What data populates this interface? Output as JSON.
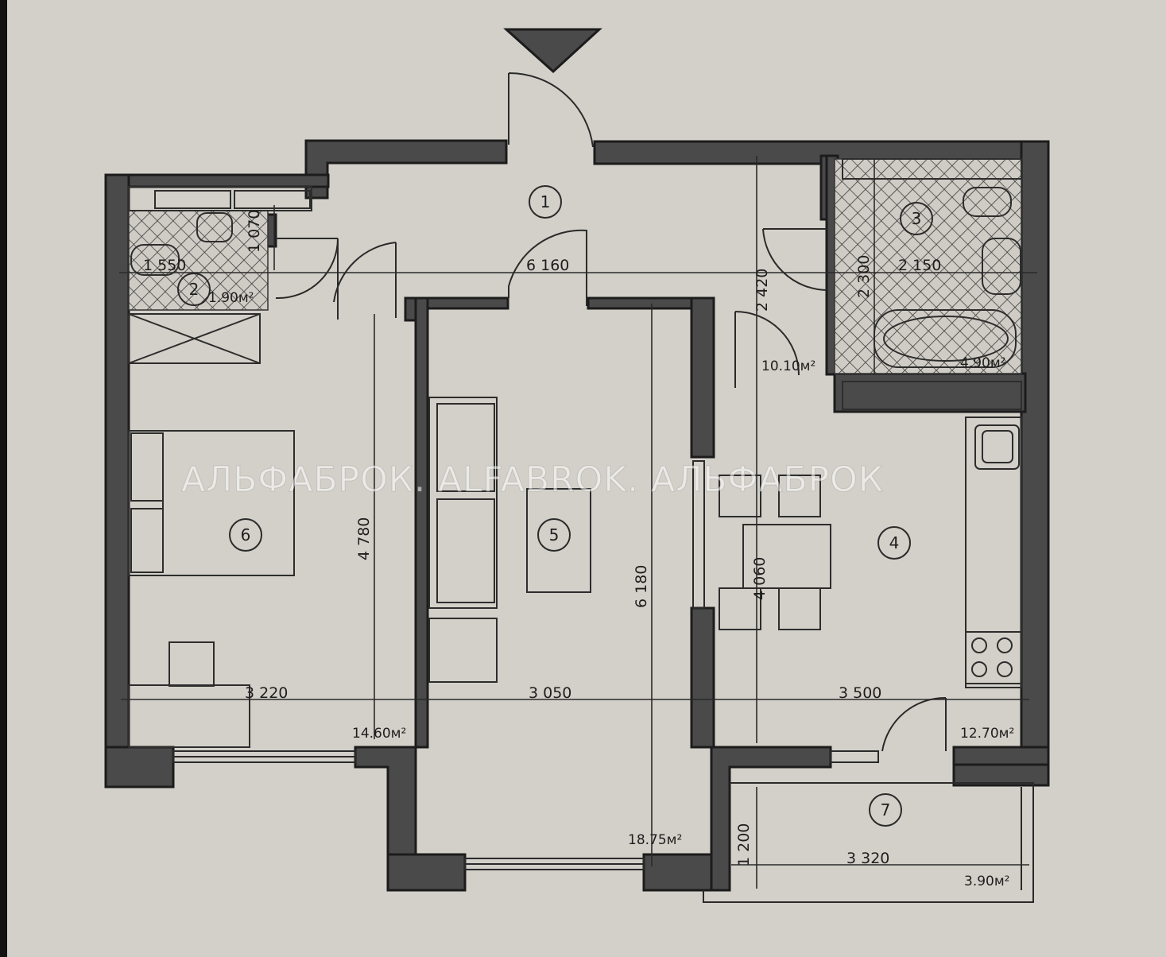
{
  "rooms": [
    {
      "number": "1",
      "area": "10.10м²"
    },
    {
      "number": "2",
      "area": "1.90м²"
    },
    {
      "number": "3",
      "area": "4.90м²"
    },
    {
      "number": "4",
      "area": "12.70м²"
    },
    {
      "number": "5",
      "area": "18.75м²"
    },
    {
      "number": "6",
      "area": "14.60м²"
    },
    {
      "number": "7",
      "area": "3.90м²"
    }
  ],
  "dimensions": {
    "hall_width": "6 160",
    "hall_depth": "2 420",
    "wc_width": "1 550",
    "wc_depth": "1 070",
    "bath_width": "2 150",
    "bath_depth": "2 300",
    "bedroom_depth": "4 780",
    "living_depth": "6 180",
    "kitchen_depth": "4 060",
    "bedroom_width": "3 220",
    "living_width": "3 050",
    "kitchen_width": "3 500",
    "balcony_width": "3 320",
    "balcony_depth": "1 200"
  },
  "watermark": "АЛЬФАБРОК. ALFABROK. АЛЬФАБРОК"
}
